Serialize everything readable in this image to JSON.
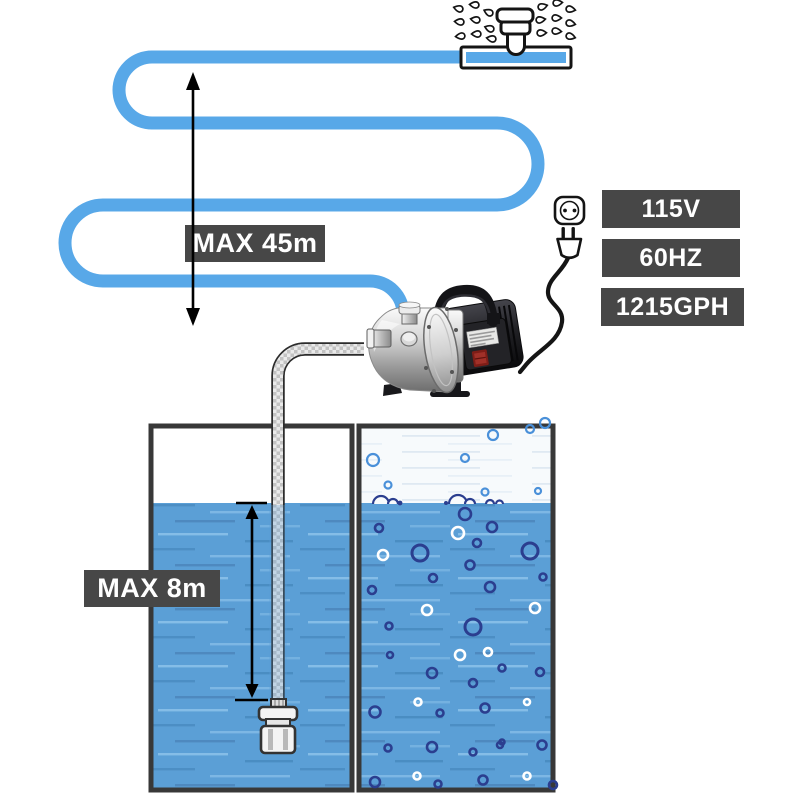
{
  "diagram": {
    "max_head_label": "MAX 45m",
    "max_suction_label": "MAX 8m",
    "spec_boxes": [
      {
        "label": "115V"
      },
      {
        "label": "60HZ"
      },
      {
        "label": "1215GPH"
      }
    ]
  },
  "colors": {
    "hose_blue": "#58a8e8",
    "water_blue": "#5b9fd6",
    "streak_light": "#8cc2ea",
    "streak_dark": "#4688bd",
    "bubble_navy": "#2b3e8f",
    "bubble_white": "#ffffff",
    "bubble_light_blue": "#4a90d9",
    "label_bg": "#474747",
    "label_text": "#ffffff",
    "tank_border": "#383838",
    "outline_black": "#141414"
  },
  "icons": {
    "sprinkler": "sprinkler-icon",
    "spray": "spray-droplets-icon",
    "outlet": "power-outlet-icon",
    "plug": "power-plug-icon",
    "pump": "garden-jet-pump-image",
    "foot_valve": "foot-valve-strainer-icon",
    "arrows": "measurement-arrow"
  }
}
